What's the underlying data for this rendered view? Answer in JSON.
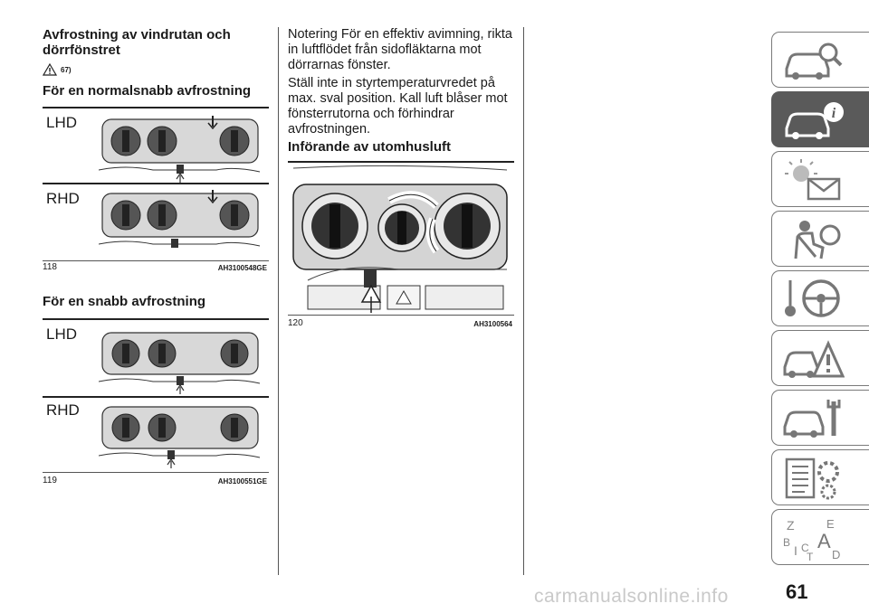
{
  "left_column": {
    "heading_1": "Avfrostning av vindrutan och dörrfönstret",
    "warning_ref": "67)",
    "heading_2": "För en normalsnabb avfrostning",
    "figure_118": {
      "label_top": "LHD",
      "label_bottom": "RHD",
      "number": "118",
      "code": "AH3100548GE"
    },
    "heading_3": "För en snabb avfrostning",
    "figure_119": {
      "label_top": "LHD",
      "label_bottom": "RHD",
      "number": "119",
      "code": "AH3100551GE"
    }
  },
  "right_column": {
    "note": "Notering För en effektiv avimning, rikta in luftflödet från sidofläktarna mot dörrarnas fönster.",
    "paragraph": "Ställ inte in styrtemperaturvredet på max. sval position. Kall luft blåser mot fönsterrutorna och förhindrar avfrostningen.",
    "heading": "Införande av utomhusluft",
    "figure_120": {
      "number": "120",
      "code": "AH3100564"
    }
  },
  "side_tabs": [
    {
      "icon": "car-magnifier-icon"
    },
    {
      "icon": "car-info-icon",
      "active": true
    },
    {
      "icon": "warning-light-envelope-icon"
    },
    {
      "icon": "seatbelt-airbag-icon"
    },
    {
      "icon": "steering-wheel-key-icon"
    },
    {
      "icon": "car-warning-triangle-icon"
    },
    {
      "icon": "car-wrench-icon"
    },
    {
      "icon": "specs-gears-icon"
    },
    {
      "icon": "alphabet-index-icon"
    }
  ],
  "page_number": "61",
  "watermark": "carmanualsonline.info"
}
